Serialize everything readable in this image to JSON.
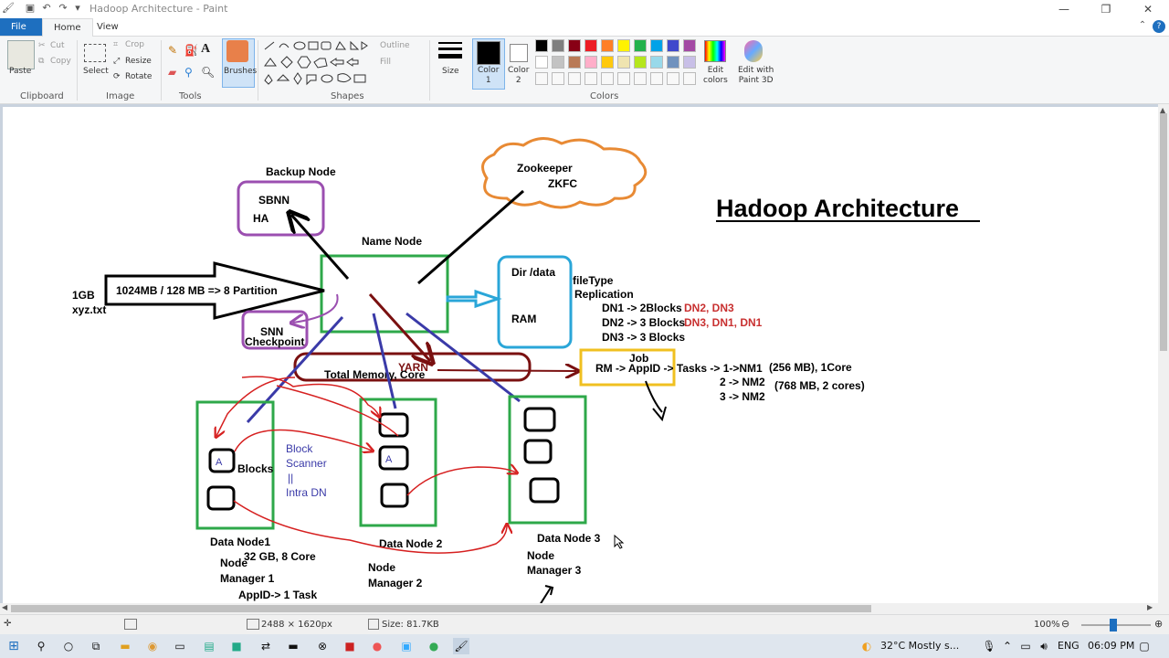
{
  "window": {
    "title": "Hadoop Architecture - Paint",
    "minimize": "—",
    "maximize": "❐",
    "close": "✕"
  },
  "menu": {
    "file": "File",
    "home": "Home",
    "view": "View"
  },
  "ribbon": {
    "clipboard": {
      "label": "Clipboard",
      "paste": "Paste",
      "cut": "Cut",
      "copy": "Copy"
    },
    "image": {
      "label": "Image",
      "select": "Select",
      "crop": "Crop",
      "resize": "Resize",
      "rotate": "Rotate"
    },
    "tools": {
      "label": "Tools"
    },
    "brushes": {
      "label": "Brushes"
    },
    "shapes": {
      "label": "Shapes",
      "outline": "Outline",
      "fill": "Fill"
    },
    "size": {
      "label": "Size"
    },
    "color1": {
      "label": "Color\n1",
      "value": "#000000"
    },
    "color2": {
      "label": "Color\n2",
      "value": "#ffffff"
    },
    "colors": {
      "label": "Colors"
    },
    "edit_colors": "Edit\ncolors",
    "edit_paint3d": "Edit with\nPaint 3D",
    "palette": [
      "#000000",
      "#7f7f7f",
      "#880015",
      "#ed1c24",
      "#ff7f27",
      "#fff200",
      "#22b14c",
      "#00a2e8",
      "#3f48cc",
      "#a349a4",
      "#ffffff",
      "#c3c3c3",
      "#b97a57",
      "#ffaec9",
      "#ffc90e",
      "#efe4b0",
      "#b5e61d",
      "#99d9ea",
      "#7092be",
      "#c8bfe7"
    ]
  },
  "drawing": {
    "title": "Hadoop Architecture",
    "backup_node": "Backup Node",
    "sbnn": "SBNN",
    "ha": "HA",
    "zookeeper": "Zookeeper",
    "zkfc": "ZKFC",
    "name_node": "Name Node",
    "dir_data": "Dir /data",
    "ram": "RAM",
    "file_type": "fileType",
    "replication": "Replication",
    "dn1_line": "DN1 -> 2Blocks",
    "dn1_red": "DN2, DN3",
    "dn2_line": "DN2 -> 3 Blocks",
    "dn2_red": "DN3, DN1, DN1",
    "dn3_line": "DN3 -> 3 Blocks",
    "one_gb": "1GB",
    "xyz": "xyz.txt",
    "partition": "1024MB / 128 MB => 8 Partition",
    "snn": "SNN",
    "checkpoint": "Checkpoint",
    "yarn": "YARN",
    "total_memory": "Total Memory, Core",
    "job": "Job",
    "rm_line": "RM -> AppID -> Tasks -> 1->NM1",
    "nm1_detail": "(256 MB), 1Core",
    "nm2_line": "2 -> NM2",
    "nm2_detail": "(768 MB, 2 cores)",
    "nm2b_line": "3 -> NM2",
    "block_a": "A",
    "blocks": "Blocks",
    "block_scanner_1": "Block",
    "block_scanner_2": "Scanner",
    "block_scanner_3": "||",
    "block_scanner_4": "Intra DN",
    "data_node1": "Data Node1",
    "dn1_specs": "32 GB, 8 Core",
    "node_manager1_a": "Node",
    "node_manager1_b": "Manager 1",
    "appid_task": "AppID-> 1 Task",
    "data_node2": "Data Node 2",
    "node_manager2_a": "Node",
    "node_manager2_b": "Manager 2",
    "data_node3": "Data Node 3",
    "node_manager3_a": "Node",
    "node_manager3_b": "Manager 3"
  },
  "status": {
    "dimensions": "2488 × 1620px",
    "size": "Size: 81.7KB",
    "zoom": "100%"
  },
  "taskbar": {
    "weather": "32°C  Mostly s...",
    "lang": "ENG",
    "time": "06:09 PM"
  }
}
